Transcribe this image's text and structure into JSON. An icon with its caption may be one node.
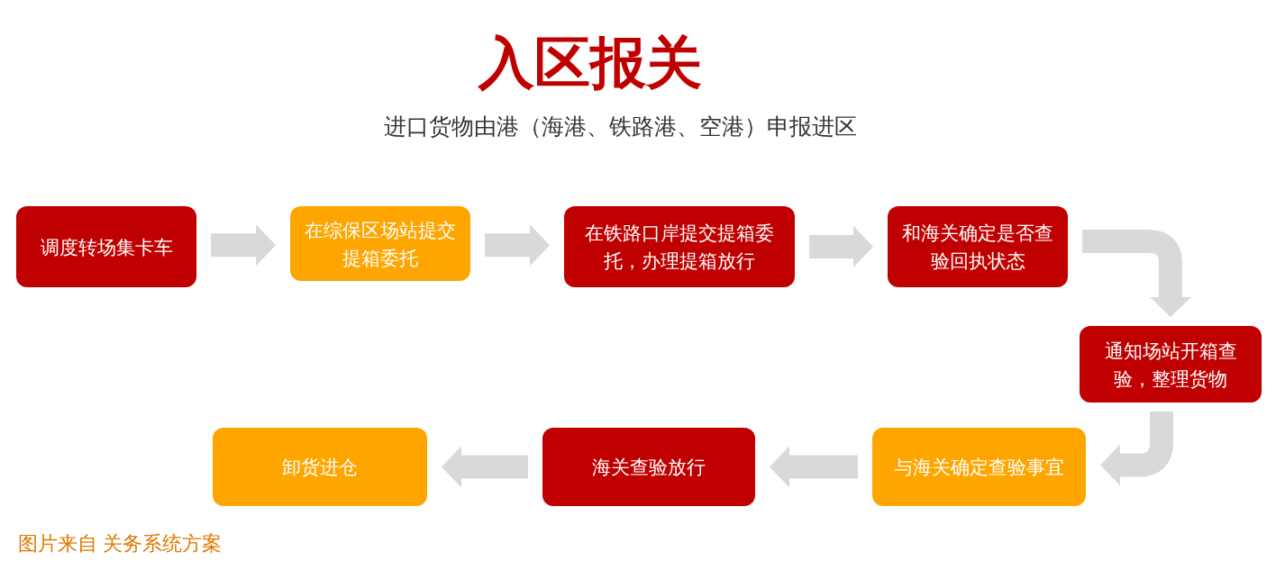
{
  "diagram": {
    "title": "入区报关",
    "nodes": [
      {
        "text": [
          "调度转场集卡车"
        ]
      },
      {
        "text": [
          "在综保区场站提交提箱委托"
        ]
      },
      {
        "text": [
          "在铁路口岸提交提箱委托，办理提箱放行"
        ]
      },
      {
        "text": [
          "和海关确定是否查验回执状态"
        ]
      },
      {
        "text": [
          "通知场站开箱查验，整理货物"
        ]
      },
      {
        "text": [
          "与海关确定查验事宜"
        ]
      },
      {
        "text": [
          "海关查验放行"
        ]
      },
      {
        "text": [
          "卸货进仓"
        ]
      }
    ],
    "edges": [
      {
        "from": 0,
        "to": 1,
        "arrow": "to"
      },
      {
        "from": 1,
        "to": 2,
        "arrow": "to"
      },
      {
        "from": 2,
        "to": 3,
        "arrow": "to"
      },
      {
        "from": 3,
        "to": 4,
        "arrow": "to"
      },
      {
        "from": 4,
        "to": 5,
        "arrow": "to"
      },
      {
        "from": 5,
        "to": 6,
        "arrow": "to"
      },
      {
        "from": 6,
        "to": 7,
        "arrow": "to"
      }
    ],
    "labels": [
      "进口货物由港（海港、铁路港、空港）申报进区",
      "图片来自 关务系统方案"
    ]
  }
}
